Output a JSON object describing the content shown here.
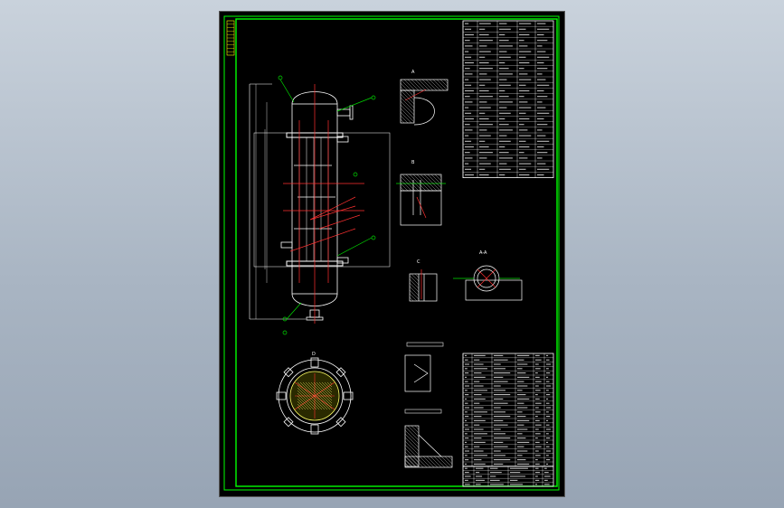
{
  "colors": {
    "background_top": "#c9d2dc",
    "background_bottom": "#97a4b4",
    "sheet": "#000000",
    "border": "#00ff00",
    "outline": "#ffffff",
    "centerline": "#ff3030",
    "dimension": "#00e000",
    "hatch": "#cccccc",
    "tube_sheet": "#ffff66",
    "title_stamp": "#ffff00"
  },
  "sheet": {
    "title_stamp_icon": "yellow-grid-stamp-icon"
  },
  "views": {
    "section_labels": [
      "A",
      "B",
      "C",
      "D"
    ],
    "cross_section_label": "A-A"
  },
  "tables": {
    "spec_table_rows": 28,
    "parts_list_rows": 26,
    "title_block_rows": 5
  }
}
